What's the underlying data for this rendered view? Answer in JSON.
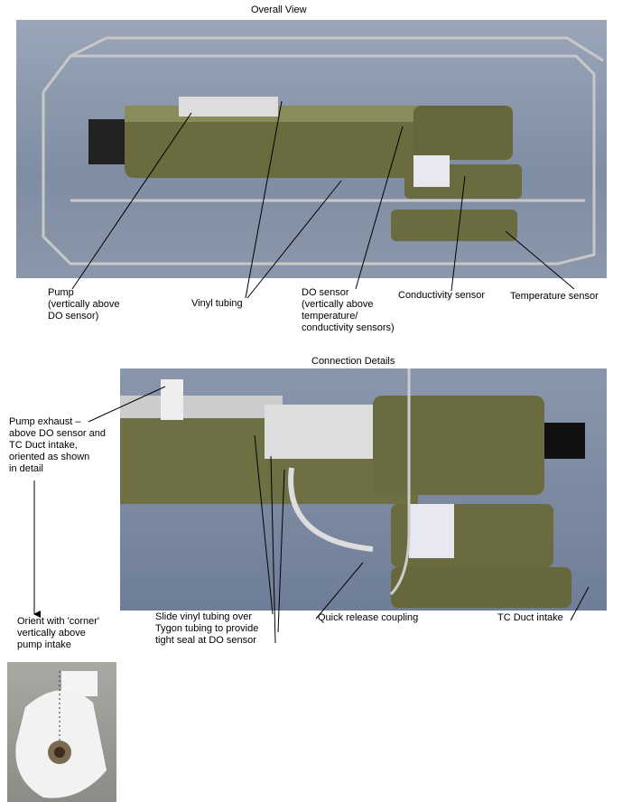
{
  "overall": {
    "title": "Overall View",
    "labels": {
      "pump": "Pump\n(vertically above\nDO sensor)",
      "vinyl": "Vinyl tubing",
      "do_sensor": "DO sensor\n(vertically above\ntemperature/\nconductivity sensors)",
      "conductivity": "Conductivity sensor",
      "temperature": "Temperature sensor"
    }
  },
  "connection": {
    "title": "Connection Details",
    "labels": {
      "pump_exhaust": "Pump exhaust –\nabove DO sensor and\nTC Duct intake,\noriented as shown\nin detail",
      "orient": "Orient with 'corner'\nvertically above\npump intake",
      "slide_vinyl": "Slide vinyl tubing over\nTygon tubing to provide\ntight seal at DO sensor",
      "quick_release": "Quick release coupling",
      "tc_duct": "TC Duct intake"
    }
  }
}
